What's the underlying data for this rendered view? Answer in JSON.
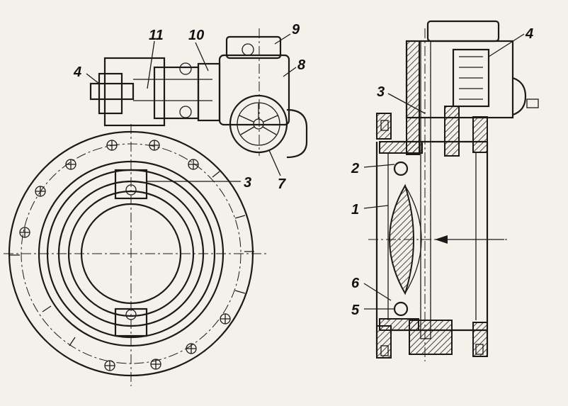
{
  "callouts": {
    "front_11": "11",
    "front_10": "10",
    "front_9": "9",
    "front_8": "8",
    "front_4": "4",
    "front_3": "3",
    "front_7": "7",
    "side_4": "4",
    "side_3": "3",
    "side_2": "2",
    "side_1": "1",
    "side_6": "6",
    "side_5": "5"
  }
}
